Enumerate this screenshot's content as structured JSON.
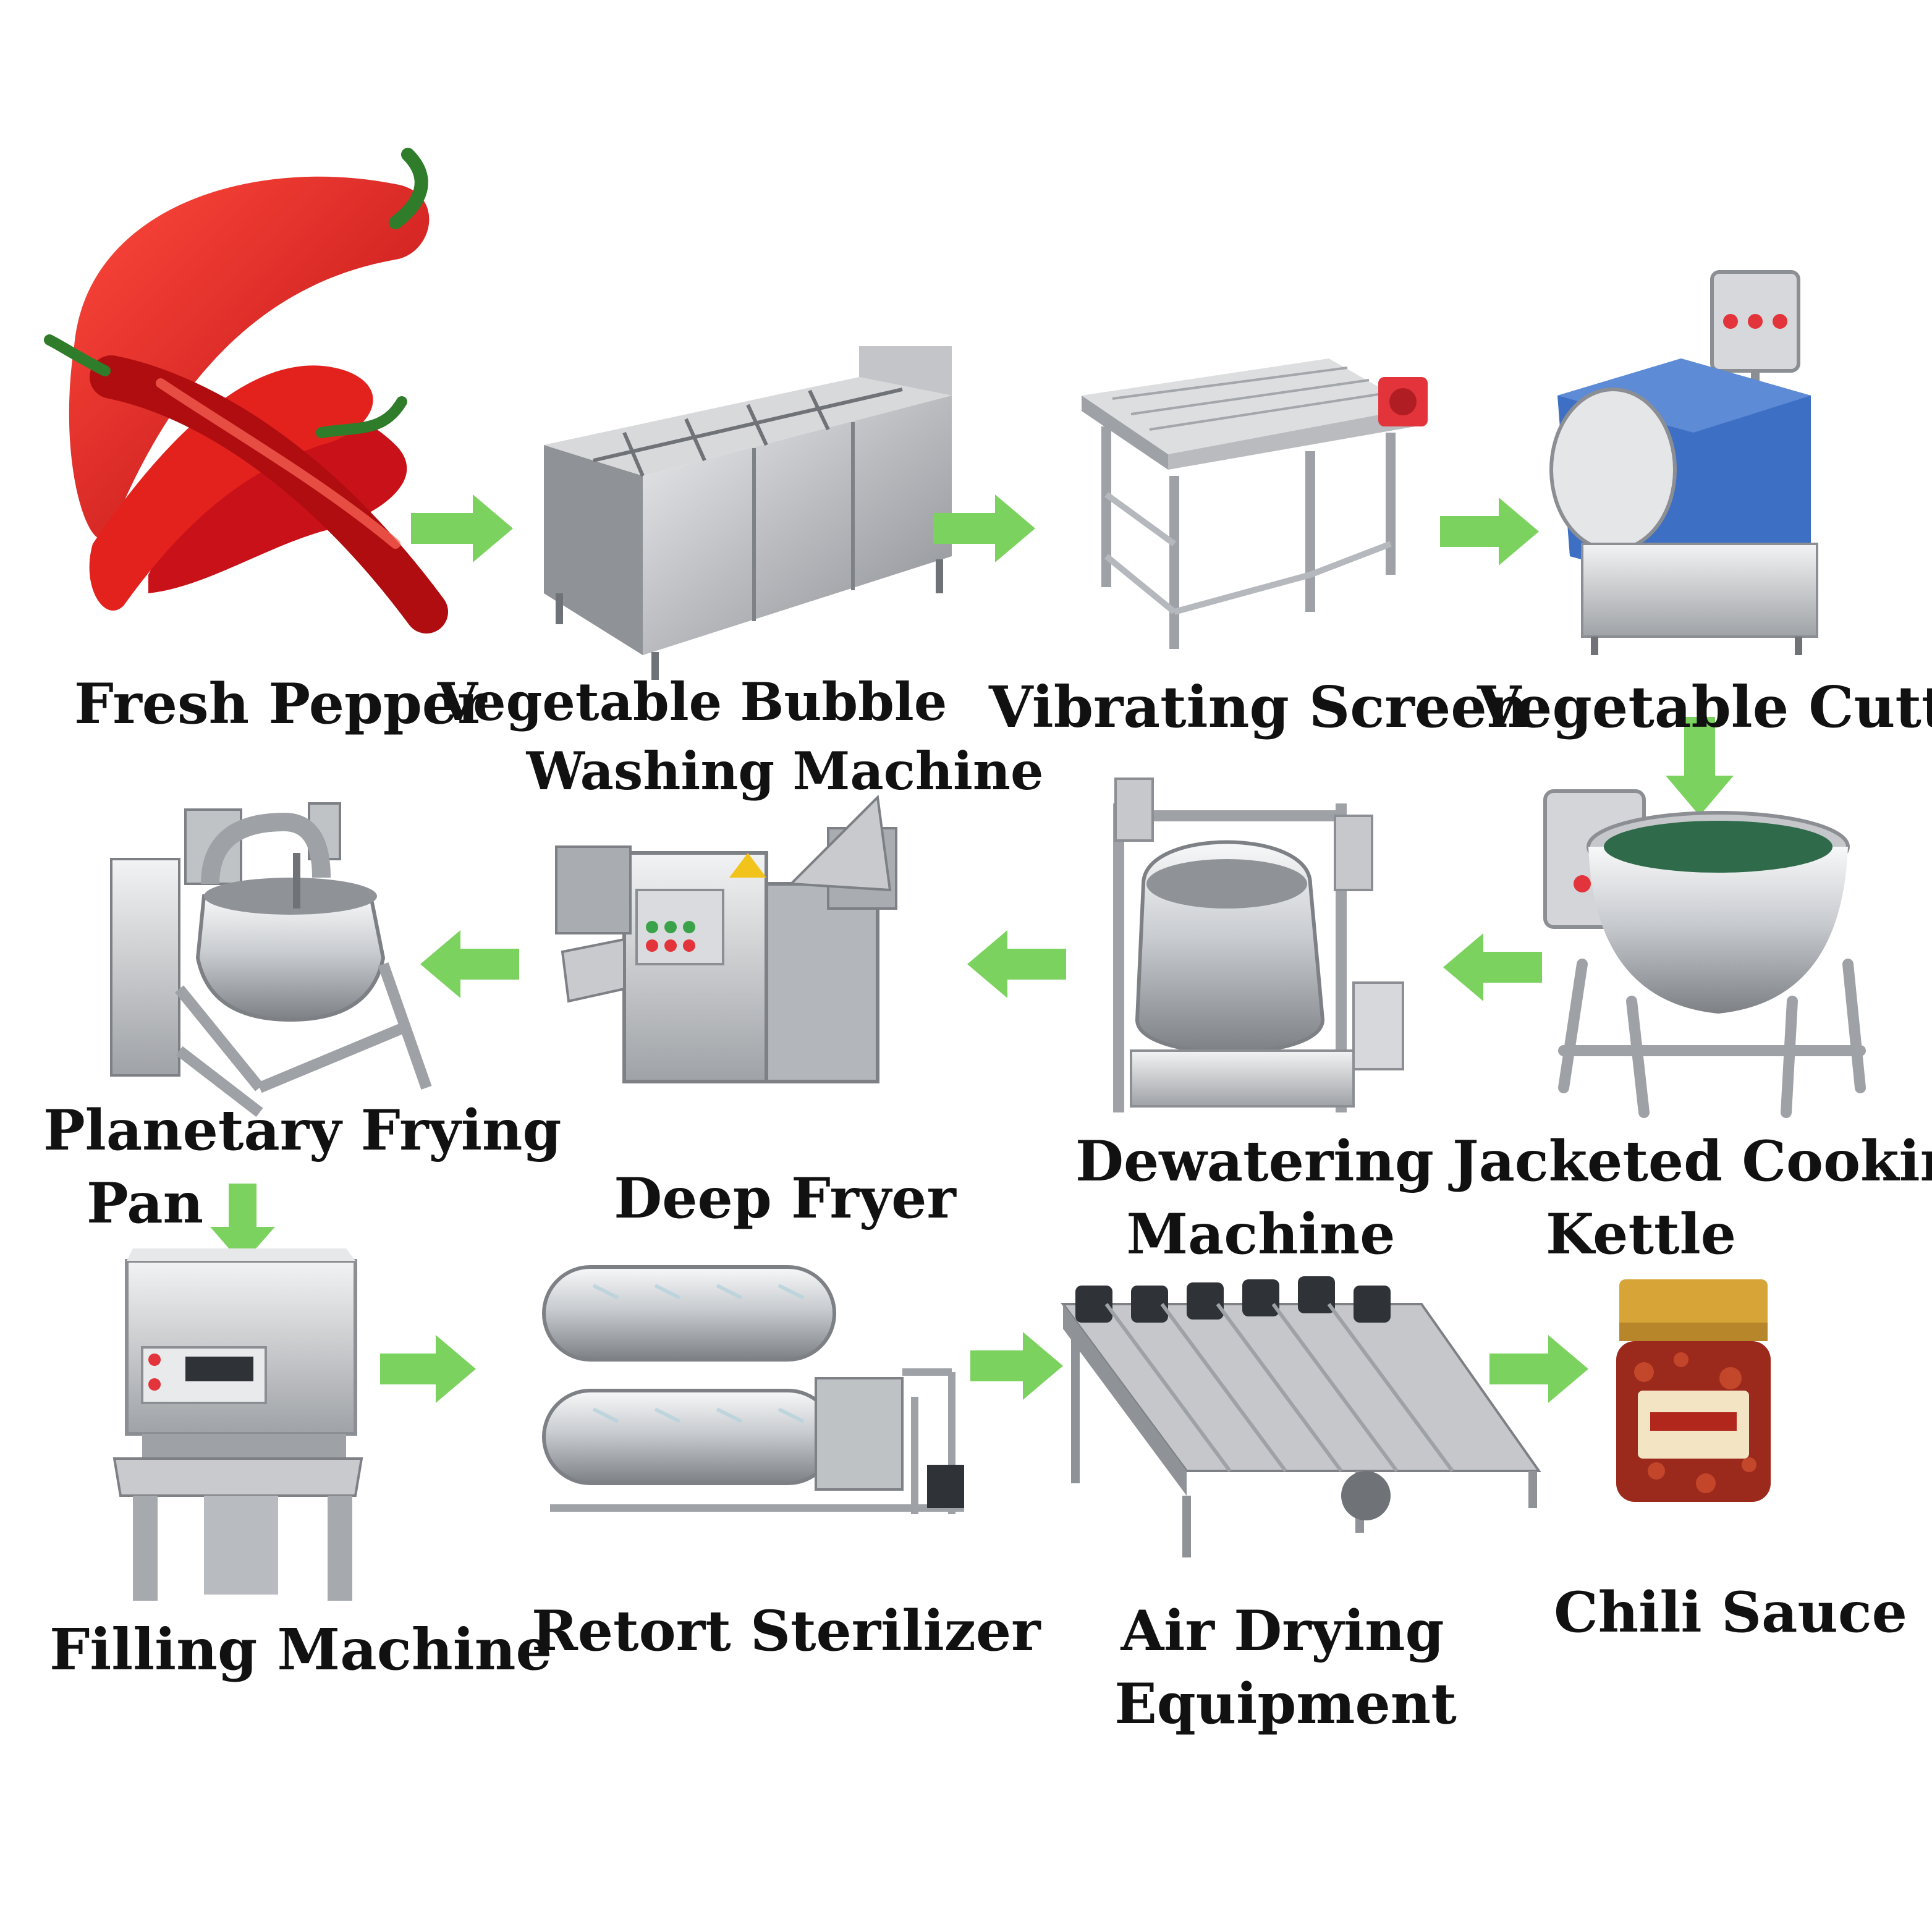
{
  "colors": {
    "arrow": "#7bd25e",
    "steel_light": "#d9dadc",
    "steel_mid": "#a7a9ad",
    "steel_dark": "#6f7276",
    "pepper_red": "#d8141b",
    "pepper_stem": "#2f7d2a",
    "cutter_blue": "#3d6fc4",
    "sauce_red": "#9c2a1c",
    "lid_gold": "#d6a437",
    "label_text": "#111111"
  },
  "steps": [
    {
      "id": "fresh-pepper",
      "icon": "pepper-icon",
      "lines": [
        "Fresh Pepper"
      ]
    },
    {
      "id": "bubble-washer",
      "icon": "bubble-washer-icon",
      "lines": [
        "Vegetable Bubble",
        "Washing Machine"
      ]
    },
    {
      "id": "vibrating-screen",
      "icon": "vibrating-screen-icon",
      "lines": [
        "Vibrating Screen"
      ]
    },
    {
      "id": "vegetable-cutter",
      "icon": "vegetable-cutter-icon",
      "lines": [
        "Vegetable Cutter"
      ]
    },
    {
      "id": "jacketed-kettle",
      "icon": "jacketed-kettle-icon",
      "lines": [
        "Jacketed Cooking",
        "Kettle"
      ]
    },
    {
      "id": "dewatering-machine",
      "icon": "dewatering-machine-icon",
      "lines": [
        "Dewatering",
        "Machine"
      ]
    },
    {
      "id": "deep-fryer",
      "icon": "deep-fryer-icon",
      "lines": [
        "Deep Fryer"
      ]
    },
    {
      "id": "planetary-pan",
      "icon": "planetary-pan-icon",
      "lines": [
        "Planetary Frying",
        "Pan"
      ]
    },
    {
      "id": "filling-machine",
      "icon": "filling-machine-icon",
      "lines": [
        "Filling Machine"
      ]
    },
    {
      "id": "retort-sterilizer",
      "icon": "retort-sterilizer-icon",
      "lines": [
        "Retort Sterilizer"
      ]
    },
    {
      "id": "air-drying",
      "icon": "air-drying-icon",
      "lines": [
        "Air Drying",
        "Equipment"
      ]
    },
    {
      "id": "chili-sauce",
      "icon": "chili-sauce-jar-icon",
      "lines": [
        "Chili Sauce"
      ]
    }
  ]
}
